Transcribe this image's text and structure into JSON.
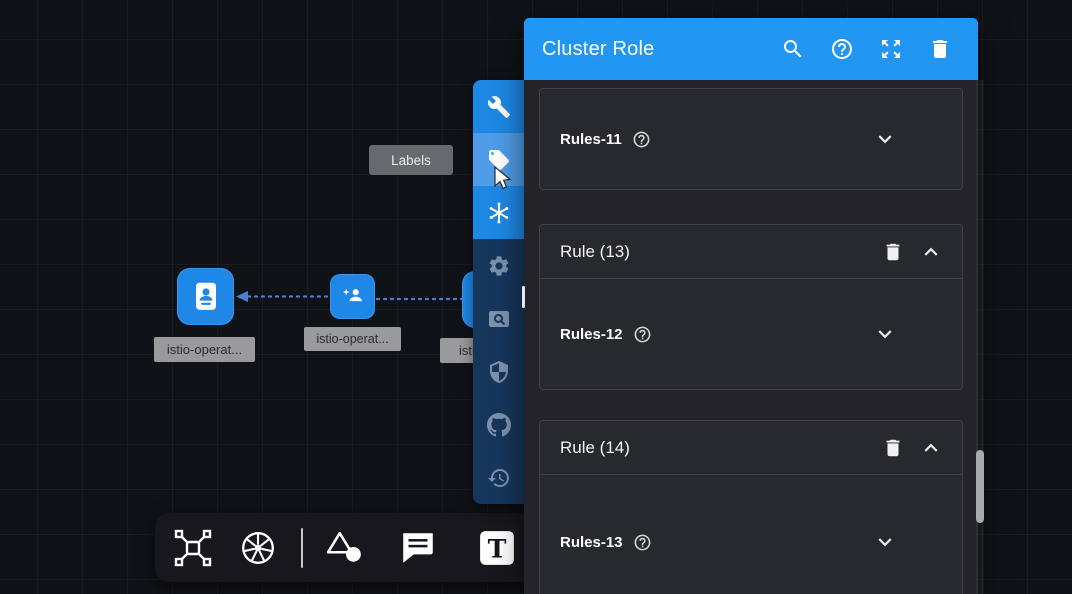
{
  "panel": {
    "title": "Cluster Role",
    "header_icons": [
      "search-icon",
      "help-icon",
      "fullscreen-icon",
      "delete-icon"
    ],
    "cards": [
      {
        "accordion": {
          "label": "Rules-11"
        }
      },
      {
        "header": {
          "label": "Rule (13)"
        },
        "accordion": {
          "label": "Rules-12"
        }
      },
      {
        "header": {
          "label": "Rule (14)"
        },
        "accordion": {
          "label": "Rules-13"
        }
      }
    ]
  },
  "tooltip": {
    "label": "Labels"
  },
  "canvas": {
    "nodes": [
      {
        "label": "istio-operat..."
      },
      {
        "label": "istio-operat..."
      },
      {
        "label": "istio..."
      }
    ]
  },
  "side_toolbar": {
    "buttons": [
      "wrench-icon",
      "label-tag-icon",
      "snowflake-icon",
      "gear-icon",
      "zoom-area-icon",
      "shield-icon",
      "github-icon",
      "history-icon"
    ]
  },
  "bottom_toolbar": {
    "icons": [
      "structure-icon",
      "kubernetes-icon",
      "shapes-icon",
      "comment-icon",
      "text-icon"
    ]
  },
  "colors": {
    "accent": "#2196f3",
    "toolbar_active": "#1e88e5",
    "toolbar_dark": "#16365c",
    "node_blue": "#1f88e7",
    "edge_blue": "#4e7fd0",
    "panel_bg": "#232329",
    "card_bg": "#28282f"
  }
}
